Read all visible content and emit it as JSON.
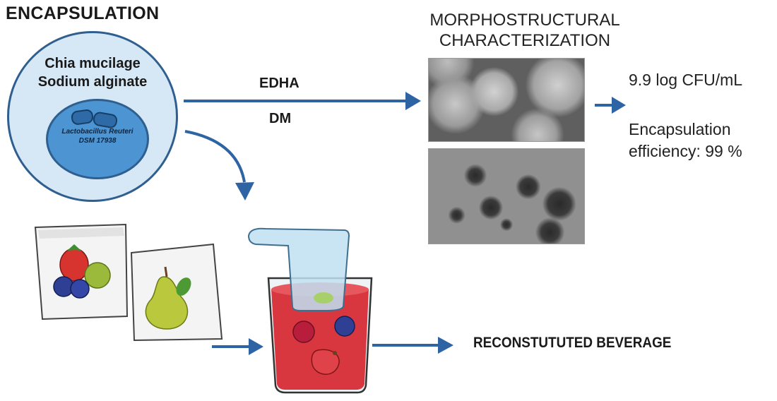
{
  "header": {
    "title": "ENCAPSULATION"
  },
  "capsule": {
    "material_1": "Chia mucilage",
    "material_2": "Sodium alginate",
    "strain_line_1": "Lactobacillus Reuteri",
    "strain_line_2": "DSM 17938"
  },
  "process": {
    "label_top": "EDHA",
    "label_bottom": "DM"
  },
  "characterization": {
    "title_line_1": "MORPHOSTRUCTURAL",
    "title_line_2": "CHARACTERIZATION"
  },
  "results": {
    "cfu": "9.9 log CFU/mL",
    "efficiency_line_1": "Encapsulation",
    "efficiency_line_2": "efficiency: 99 %"
  },
  "beverage": {
    "label": "RECONSTUTUTED BEVERAGE"
  },
  "colors": {
    "arrow": "#2e64a4",
    "capsule_outer": "#d6e8f6",
    "capsule_inner": "#4c94d2",
    "bacteria": "#2d6aa6",
    "juice": "#d9373f"
  },
  "icons": [
    "arrow-right-icon",
    "arrow-curve-down-icon",
    "bacteria-icon",
    "fruit-sachet-berries-icon",
    "fruit-sachet-pear-icon",
    "beverage-glass-icon",
    "scoop-icon"
  ]
}
